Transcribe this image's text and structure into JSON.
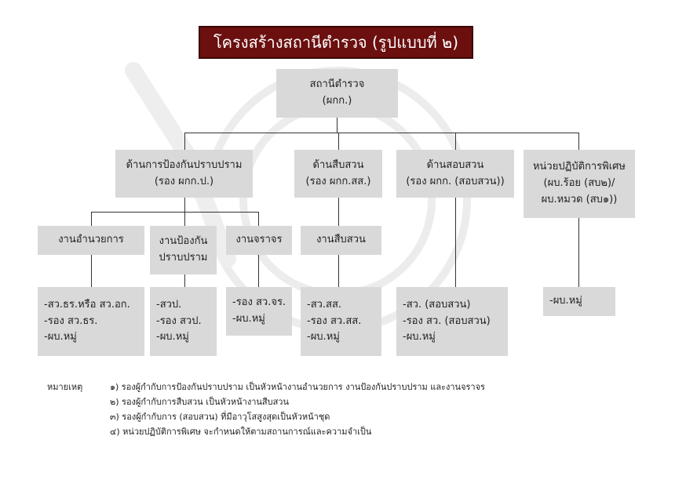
{
  "title": "โครงสร้างสถานีตำรวจ (รูปแบบที่ ๒)",
  "root": {
    "line1": "สถานีตำรวจ",
    "line2": "(ผกก.)"
  },
  "divisions": [
    {
      "line1": "ด้านการป้องกันปราบปราม",
      "line2": "(รอง ผกก.ป.)"
    },
    {
      "line1": "ด้านสืบสวน",
      "line2": "(รอง ผกก.สส.)"
    },
    {
      "line1": "ด้านสอบสวน",
      "line2": "(รอง ผกก. (สอบสวน))"
    },
    {
      "line1": "หน่วยปฏิบัติการพิเศษ",
      "line2": "(ผบ.ร้อย (สบ๒)/",
      "line3": "ผบ.หมวด (สบ๑))"
    }
  ],
  "units": [
    {
      "line1": "งานอำนวยการ"
    },
    {
      "line1": "งานป้องกัน",
      "line2": "ปราบปราม"
    },
    {
      "line1": "งานจราจร"
    },
    {
      "line1": "งานสืบสวน"
    }
  ],
  "staff": [
    {
      "lines": [
        "-สว.ธร.หรือ สว.อก.",
        "-รอง สว.ธร.",
        "-ผบ.หมู่"
      ]
    },
    {
      "lines": [
        "-สวป.",
        "-รอง สวป.",
        "-ผบ.หมู่"
      ]
    },
    {
      "lines": [
        "-รอง สว.จร.",
        "-ผบ.หมู่"
      ]
    },
    {
      "lines": [
        "-สว.สส.",
        "-รอง สว.สส.",
        "-ผบ.หมู่"
      ]
    },
    {
      "lines": [
        "-สว. (สอบสวน)",
        "-รอง สว. (สอบสวน)",
        "-ผบ.หมู่"
      ]
    },
    {
      "lines": [
        "-ผบ.หมู่"
      ]
    }
  ],
  "notes": {
    "label": "หมายเหตุ",
    "items": [
      "๑) รองผู้กำกับการป้องกันปราบปราม เป็นหัวหน้างานอำนวยการ งานป้องกันปราบปราม และงานจราจร",
      "๒) รองผู้กำกับการสืบสวน เป็นหัวหน้างานสืบสวน",
      "๓) รองผู้กำกับการ (สอบสวน) ที่มีอาวุโสสูงสุดเป็นหัวหน้าชุด",
      "๔) หน่วยปฏิบัติการพิเศษ จะกำหนดให้ตามสถานการณ์และความจำเป็น"
    ]
  },
  "colors": {
    "title_bg": "#6b0f0f",
    "box_bg": "#d9d9d9",
    "line": "#333333"
  }
}
